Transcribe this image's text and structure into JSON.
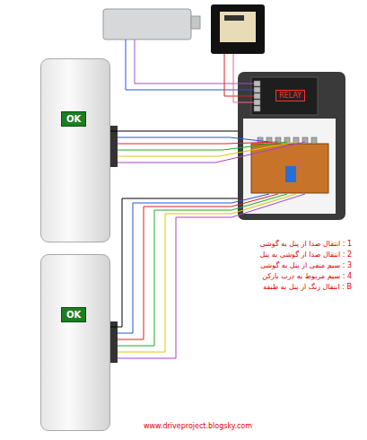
{
  "diagram": {
    "nodes": [
      {
        "text": [
          "OK"
        ]
      },
      {
        "text": [
          "RELAY"
        ]
      },
      {
        "text": [
          "OK"
        ]
      }
    ],
    "edges": [
      {
        "from": 0,
        "to": 1,
        "arrow": "none"
      },
      {
        "from": 2,
        "to": 1,
        "arrow": "none"
      }
    ],
    "labels": [
      "1 : انتقال صدا از پنل به گوشی",
      "2 : انتقال صدا از گوشی به پنل",
      "3 : سیم منفی از پنل به گوشی",
      "4 : سیم مربوط به درب بازکن",
      "B : انتقال زنگ از پنل به طبقه",
      "www.driveproject.blogsky.com"
    ]
  }
}
